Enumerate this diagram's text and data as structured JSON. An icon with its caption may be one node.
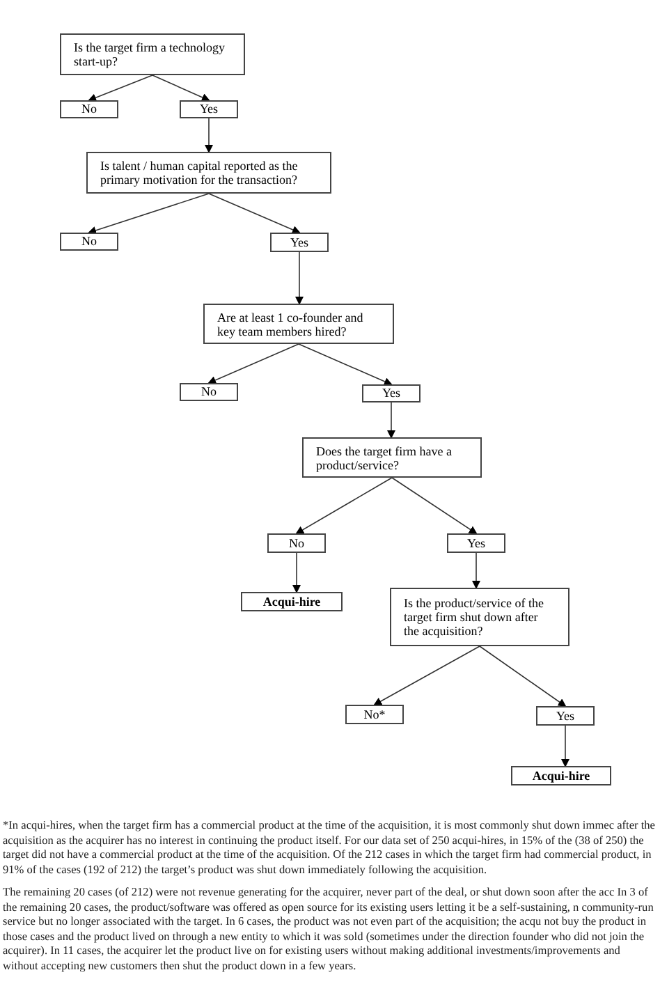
{
  "diagram": {
    "nodes": [
      {
        "text": [
          "Is the target firm a technology start-up?"
        ]
      },
      {
        "text": [
          "No"
        ]
      },
      {
        "text": [
          "Yes"
        ]
      },
      {
        "text": [
          "Is talent / human capital reported as the primary motivation for the transaction?"
        ]
      },
      {
        "text": [
          "No"
        ]
      },
      {
        "text": [
          "Yes"
        ]
      },
      {
        "text": [
          "Are at least 1 co-founder and key team members hired?"
        ]
      },
      {
        "text": [
          "No"
        ]
      },
      {
        "text": [
          "Yes"
        ]
      },
      {
        "text": [
          "Does the target firm have a product/service?"
        ]
      },
      {
        "text": [
          "No"
        ]
      },
      {
        "text": [
          "Acqui-hire"
        ]
      },
      {
        "text": [
          "Yes"
        ]
      },
      {
        "text": [
          "Is the product/service of the target firm shut down after the acquisition?"
        ]
      },
      {
        "text": [
          "No*"
        ]
      },
      {
        "text": [
          "Yes"
        ]
      },
      {
        "text": [
          "Acqui-hire"
        ]
      }
    ],
    "edges": [
      {
        "from": 0,
        "to": 1,
        "arrow": "to"
      },
      {
        "from": 0,
        "to": 2,
        "arrow": "to"
      },
      {
        "from": 2,
        "to": 3,
        "arrow": "to"
      },
      {
        "from": 3,
        "to": 4,
        "arrow": "to"
      },
      {
        "from": 3,
        "to": 5,
        "arrow": "to"
      },
      {
        "from": 5,
        "to": 6,
        "arrow": "to"
      },
      {
        "from": 6,
        "to": 7,
        "arrow": "to"
      },
      {
        "from": 6,
        "to": 8,
        "arrow": "to"
      },
      {
        "from": 8,
        "to": 9,
        "arrow": "to"
      },
      {
        "from": 9,
        "to": 10,
        "arrow": "to"
      },
      {
        "from": 9,
        "to": 12,
        "arrow": "to"
      },
      {
        "from": 10,
        "to": 11,
        "arrow": "to"
      },
      {
        "from": 12,
        "to": 13,
        "arrow": "to"
      },
      {
        "from": 13,
        "to": 14,
        "arrow": "to"
      },
      {
        "from": 13,
        "to": 15,
        "arrow": "to"
      },
      {
        "from": 15,
        "to": 16,
        "arrow": "to"
      }
    ],
    "labels": [
      "*In acqui-hires, when the target firm has a commercial product at the time of the acquisition, it is most commonly shut down immec after the acquisition as the acquirer has no interest in continuing the product itself. For our data set of 250 acqui-hires, in 15% of the (38 of 250) the target did not have a commercial product at the time of the acquisition. Of the 212 cases in which the target firm had commercial product, in 91% of the cases (192 of 212) the target’s product was shut down immediately following the acquisition.",
      "The remaining 20 cases (of 212) were not revenue generating for the acquirer, never part of the deal, or shut down soon after the acc In 3 of the remaining 20 cases, the product/software was offered as open source for its existing users letting it be a self-sustaining, n community-run service but no longer associated with the target. In 6 cases, the product was not even part of the acquisition; the acqu not buy the product in those cases and the product lived on through a new entity to which it was sold (sometimes under the direction founder who did not join the acquirer). In 11 cases, the acquirer let the product live on for existing users without making additional investments/improvements and without accepting new customers then shut the product down in a few years."
    ]
  }
}
